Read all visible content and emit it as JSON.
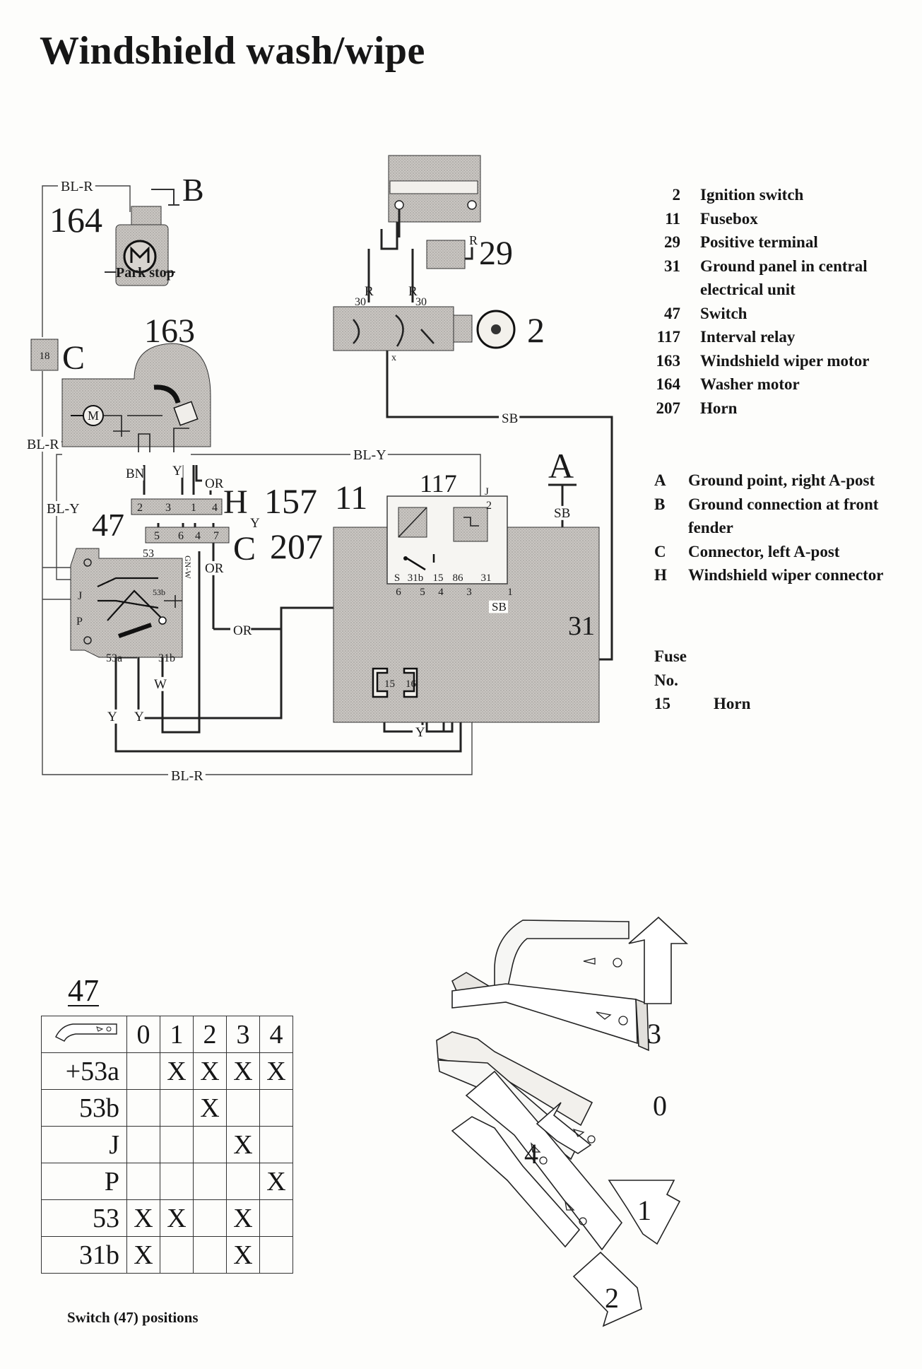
{
  "title": "Windshield wash/wipe",
  "legend": [
    {
      "num": "2",
      "label": "Ignition switch"
    },
    {
      "num": "11",
      "label": "Fusebox"
    },
    {
      "num": "29",
      "label": "Positive terminal"
    },
    {
      "num": "31",
      "label": "Ground panel in central"
    },
    {
      "num": "",
      "label": "electrical unit"
    },
    {
      "num": "47",
      "label": "Switch"
    },
    {
      "num": "117",
      "label": "Interval relay"
    },
    {
      "num": "163",
      "label": "Windshield wiper motor"
    },
    {
      "num": "164",
      "label": "Washer motor"
    },
    {
      "num": "207",
      "label": "Horn"
    }
  ],
  "letter_legend": [
    {
      "key": "A",
      "label": "Ground point, right A-post"
    },
    {
      "key": "B",
      "label": "Ground connection at front"
    },
    {
      "key": "",
      "label": "fender"
    },
    {
      "key": "C",
      "label": "Connector, left A-post"
    },
    {
      "key": "H",
      "label": "Windshield wiper connector"
    }
  ],
  "fuse": {
    "heading1": "Fuse",
    "heading2": "No.",
    "rows": [
      {
        "no": "15",
        "label": "Horn"
      }
    ]
  },
  "diagram": {
    "component_labels": {
      "c164": "164",
      "c163": "163",
      "c47": "47",
      "c117": "117",
      "c11": "11",
      "c29": "29",
      "c2": "2",
      "c157": "157",
      "c207": "207",
      "c31": "31",
      "gA": "A",
      "gB": "B",
      "cC1": "C",
      "cC2": "C",
      "cH": "H",
      "f18": "18"
    },
    "text_labels": {
      "park_stop": "Park stop",
      "motor": "M",
      "fuse15": "15",
      "fuse16": "16"
    },
    "wire_labels": [
      {
        "id": "w1",
        "text": "BL-R"
      },
      {
        "id": "w2",
        "text": "BL-R"
      },
      {
        "id": "w3",
        "text": "BL-Y"
      },
      {
        "id": "w4",
        "text": "BL-Y"
      },
      {
        "id": "w5",
        "text": "BN"
      },
      {
        "id": "w6",
        "text": "Y"
      },
      {
        "id": "w7",
        "text": "OR"
      },
      {
        "id": "w8",
        "text": "Y"
      },
      {
        "id": "w9",
        "text": "OR"
      },
      {
        "id": "w10",
        "text": "OR"
      },
      {
        "id": "w11",
        "text": "SB"
      },
      {
        "id": "w12",
        "text": "SB"
      },
      {
        "id": "w13",
        "text": "SB"
      },
      {
        "id": "w14",
        "text": "R"
      },
      {
        "id": "w15",
        "text": "R"
      },
      {
        "id": "w16",
        "text": "R"
      },
      {
        "id": "w17",
        "text": "W"
      },
      {
        "id": "w18",
        "text": "Y"
      },
      {
        "id": "w19",
        "text": "Y"
      },
      {
        "id": "w20",
        "text": "Y"
      },
      {
        "id": "w21",
        "text": "BL-R"
      },
      {
        "id": "w22",
        "text": "GN-W"
      }
    ],
    "pin_labels": {
      "conn_top": [
        "2",
        "3",
        "1",
        "4"
      ],
      "conn_bot": [
        "5",
        "6",
        "4",
        "7"
      ],
      "ign": [
        "30",
        "30",
        "x"
      ],
      "relay_bottom": [
        "S",
        "31b",
        "15",
        "86",
        "31"
      ],
      "relay_bottom_nums": [
        "6",
        "5",
        "4",
        "3",
        "1"
      ],
      "relay_j": "J",
      "relay_2": "2",
      "switch": {
        "t53": "53",
        "t53b": "53b",
        "J": "J",
        "P": "P",
        "t53a": "53a",
        "t31b": "31b"
      }
    }
  },
  "switch_table": {
    "title": "47",
    "positions": [
      "0",
      "1",
      "2",
      "3",
      "4"
    ],
    "rows": [
      {
        "terminal": "+53a",
        "cells": [
          "",
          "X",
          "X",
          "X",
          "X"
        ]
      },
      {
        "terminal": "53b",
        "cells": [
          "",
          "",
          "X",
          "",
          ""
        ]
      },
      {
        "terminal": "J",
        "cells": [
          "",
          "",
          "",
          "X",
          ""
        ]
      },
      {
        "terminal": "P",
        "cells": [
          "",
          "",
          "",
          "",
          "X"
        ]
      },
      {
        "terminal": "53",
        "cells": [
          "X",
          "X",
          "",
          "X",
          ""
        ]
      },
      {
        "terminal": "31b",
        "cells": [
          "X",
          "",
          "",
          "X",
          ""
        ]
      }
    ],
    "caption": "Switch (47) positions"
  },
  "lever_positions": [
    "3",
    "0",
    "4",
    "1",
    "2"
  ]
}
